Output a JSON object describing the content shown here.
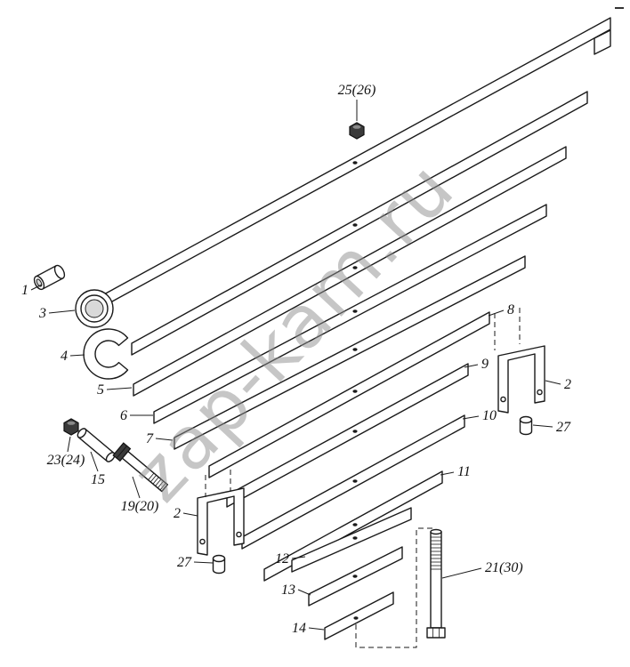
{
  "watermark": "zap-kam.ru",
  "labels": {
    "part1": "1",
    "part2_left": "2",
    "part2_right": "2",
    "part3": "3",
    "part4": "4",
    "part5": "5",
    "part6": "6",
    "part7": "7",
    "part8": "8",
    "part9": "9",
    "part10": "10",
    "part11": "11",
    "part12": "12",
    "part13": "13",
    "part14": "14",
    "part15": "15",
    "part19_20": "19(20)",
    "part21_30": "21(30)",
    "part23_24": "23(24)",
    "part25_26": "25(26)",
    "part27_left": "27",
    "part27_right": "27"
  }
}
